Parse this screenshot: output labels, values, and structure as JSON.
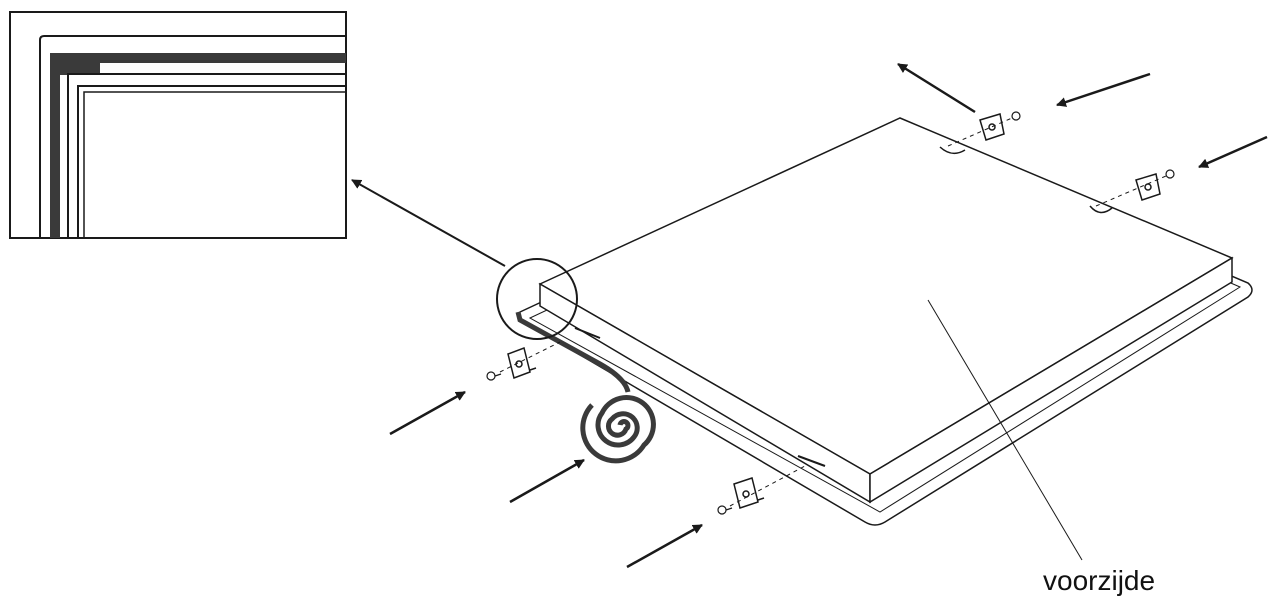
{
  "labels": {
    "front": "voorzijde"
  },
  "colors": {
    "line": "#1a1a1a",
    "seal": "#3a3a3a",
    "background": "#ffffff"
  },
  "icons": {
    "seal-roll": "spiral",
    "bracket": "mounting-clip",
    "screw": "screw",
    "arrow": "direction-arrow",
    "magnifier": "detail-circle"
  }
}
